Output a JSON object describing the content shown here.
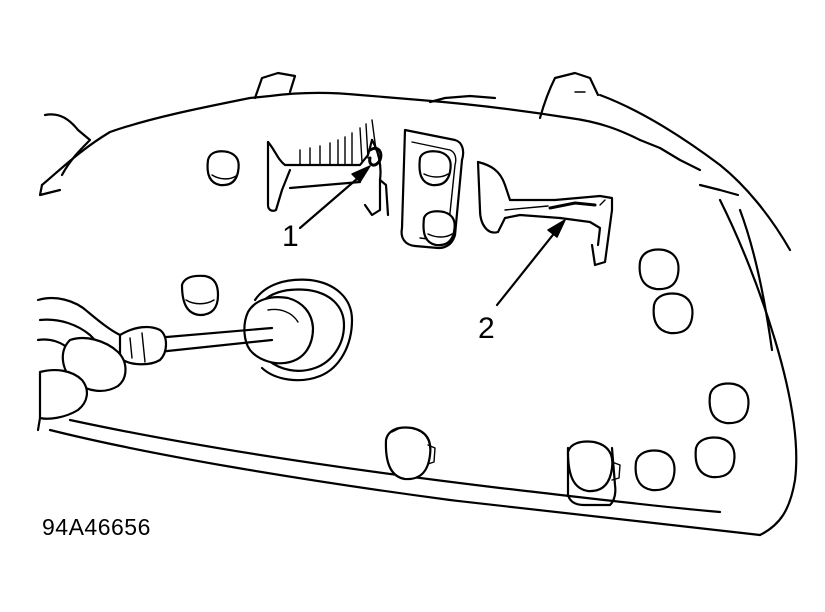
{
  "callouts": [
    {
      "number": "1"
    },
    {
      "number": "2"
    }
  ],
  "figure_id": "94A46656"
}
